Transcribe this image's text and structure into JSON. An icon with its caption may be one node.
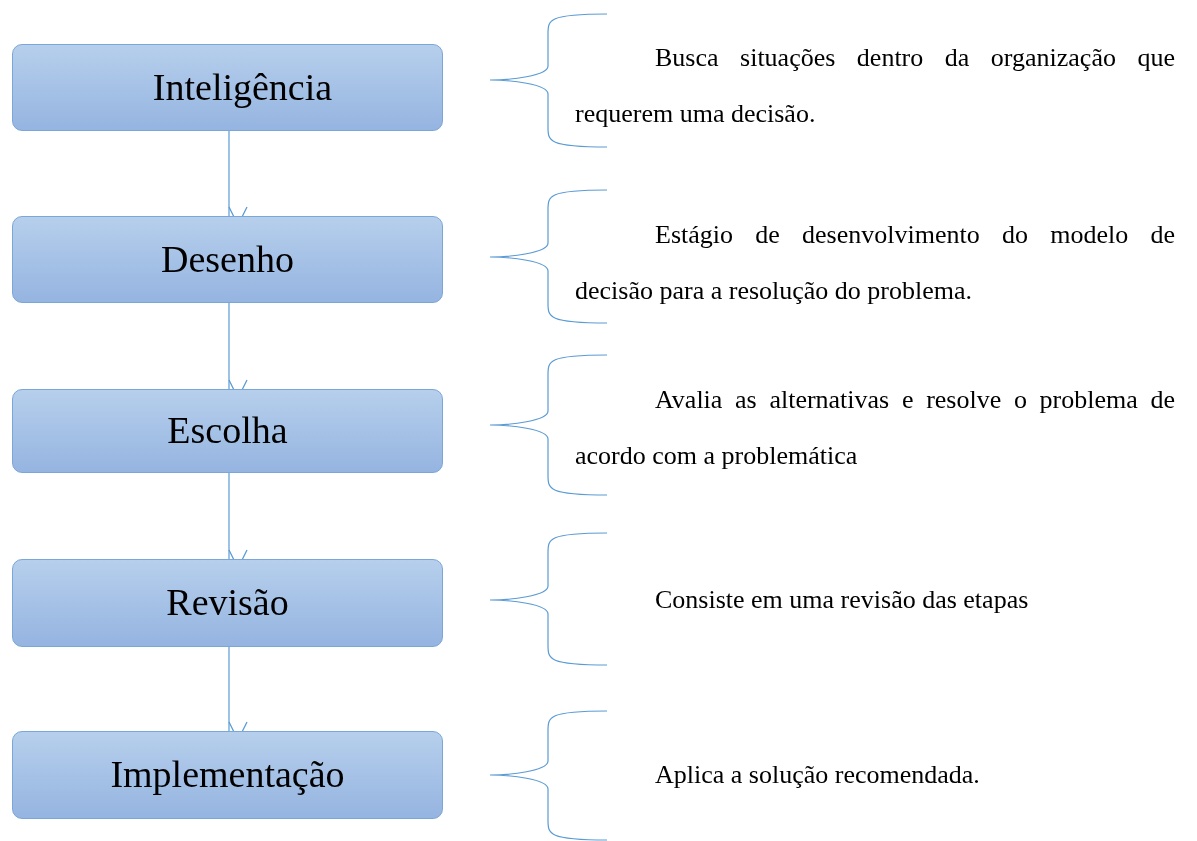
{
  "diagram": {
    "nodes": [
      {
        "text": [
          "Inteligência"
        ]
      },
      {
        "text": [
          "Desenho"
        ]
      },
      {
        "text": [
          "Escolha"
        ]
      },
      {
        "text": [
          "Revisão"
        ]
      },
      {
        "text": [
          "Implementação"
        ]
      }
    ],
    "edges": [
      {
        "from": 0,
        "to": 1,
        "arrow": "to"
      },
      {
        "from": 1,
        "to": 2,
        "arrow": "to"
      },
      {
        "from": 2,
        "to": 3,
        "arrow": "to"
      },
      {
        "from": 3,
        "to": 4,
        "arrow": "to"
      }
    ],
    "labels": [
      "Busca situações dentro da organização que requerem uma decisão.",
      "Estágio de desenvolvimento do modelo de decisão para a resolução do problema.",
      "Avalia as alternativas e resolve o problema de acordo com a problemática",
      "Consiste em uma revisão das etapas",
      "Aplica a solução recomendada."
    ]
  }
}
